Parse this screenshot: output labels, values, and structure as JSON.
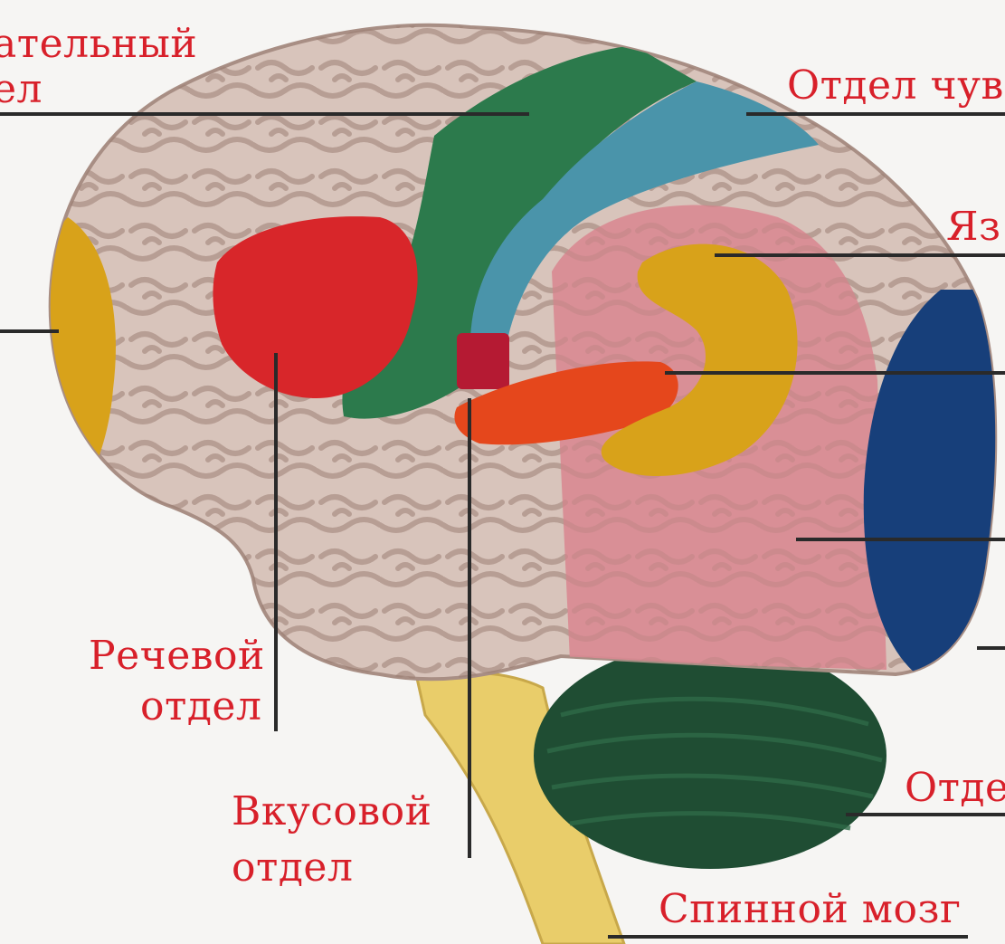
{
  "labels": {
    "motor": [
      "ательный",
      "ел"
    ],
    "sensory": "Отдел чув",
    "speech_area": "Яз",
    "speech": [
      "Речевой",
      "отдел"
    ],
    "taste": [
      "Вкусовой",
      "отдел"
    ],
    "cerebellum": "Отде",
    "spinal": "Спинной мозг"
  },
  "colors": {
    "label_text": "#d8202a",
    "leader_line": "#2a2a2a",
    "cortex": "#d8c4bb",
    "motor_green": "#2c7a4c",
    "sensory_blue": "#4a94aa",
    "occipital_blue": "#173f7a",
    "frontal_yellow": "#d8a21a",
    "speech_red": "#d8262a",
    "taste_red": "#b51a33",
    "temporal_pink": "#d98a92",
    "auditory_orange": "#e5741c",
    "cerebellum_green": "#1f4d33",
    "spinal_cord": "#e9cd6a"
  }
}
